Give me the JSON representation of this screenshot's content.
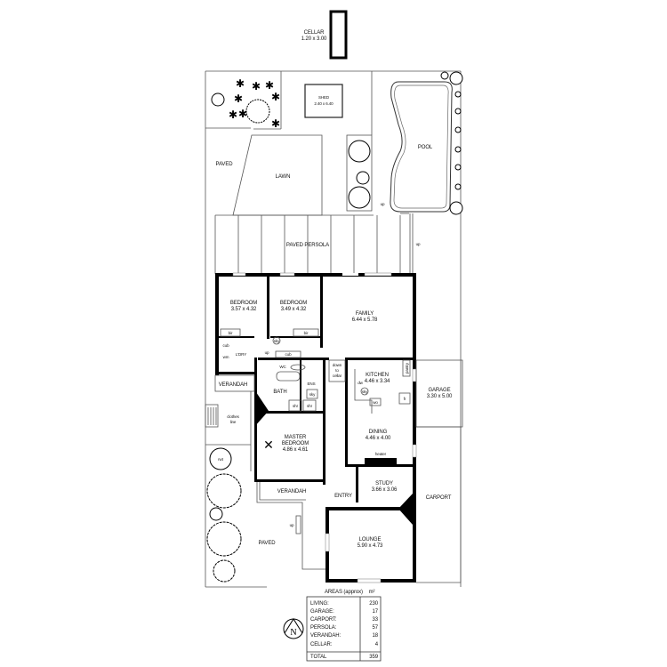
{
  "plan": {
    "rooms": {
      "cellar": {
        "name": "CELLAR",
        "dims": "1.20 x 3.00"
      },
      "shed": {
        "name": "SHED",
        "dims": "2.40 x 6.40"
      },
      "pool": {
        "name": "POOL"
      },
      "paved_top": {
        "name": "PAVED"
      },
      "lawn": {
        "name": "LAWN"
      },
      "pergola": {
        "name": "PAVED PERSOLA"
      },
      "bedroom1": {
        "name": "BEDROOM",
        "dims": "3.57 x 4.32"
      },
      "bedroom2": {
        "name": "BEDROOM",
        "dims": "3.49 x 4.32"
      },
      "family": {
        "name": "FAMILY",
        "dims": "6.44 x 5.78"
      },
      "laundry": {
        "name": "L'DRY"
      },
      "wc": {
        "name": "WC"
      },
      "bath": {
        "name": "BATH"
      },
      "ens": {
        "name": "ENS"
      },
      "kitchen": {
        "name": "KITCHEN",
        "dims": "4.46 x 3.34"
      },
      "garage": {
        "name": "GARAGE",
        "dims": "3.30 x 5.00"
      },
      "verandah_left": {
        "name": "VERANDAH"
      },
      "master": {
        "name": "MASTER",
        "name2": "BEDROOM",
        "dims": "4.86 x 4.61"
      },
      "dining": {
        "name": "DINING",
        "dims": "4.46 x 4.00"
      },
      "study": {
        "name": "STUDY",
        "dims": "3.66 x 3.06"
      },
      "verandah_front": {
        "name": "VERANDAH"
      },
      "entry": {
        "name": "ENTRY"
      },
      "carport": {
        "name": "CARPORT"
      },
      "lounge": {
        "name": "LOUNGE",
        "dims": "5.90 x 4.73"
      },
      "paved_front": {
        "name": "PAVED"
      }
    },
    "annotations": {
      "bir1": "bir",
      "bir2": "bir",
      "cub1": "cub",
      "cub2": "cub",
      "cub3": "cub",
      "wm": "wm",
      "up1": "up",
      "up2": "up",
      "up3": "up",
      "up4": "up",
      "sky1": "sky",
      "sky2": "sky",
      "sky3": "sky",
      "shr1": "shr",
      "shr2": "shr",
      "down": "down",
      "to": "to",
      "cellar": "cellar",
      "pantry": "pantry",
      "dw": "dw",
      "wo": "wo",
      "fr": "fr",
      "heater": "heater",
      "clothes": "clothes",
      "line": "line",
      "rwt": "rwt"
    },
    "north_label": "N"
  },
  "areas_table": {
    "header_label": "AREAS (approx)",
    "unit": "m²",
    "rows": [
      {
        "label": "LIVING:",
        "value": "230"
      },
      {
        "label": "GARAGE:",
        "value": "17"
      },
      {
        "label": "CARPORT:",
        "value": "33"
      },
      {
        "label": "PERSOLA:",
        "value": "57"
      },
      {
        "label": "VERANDAH:",
        "value": "18"
      },
      {
        "label": "CELLAR:",
        "value": "4"
      }
    ],
    "total_label": "TOTAL",
    "total_value": "359"
  }
}
